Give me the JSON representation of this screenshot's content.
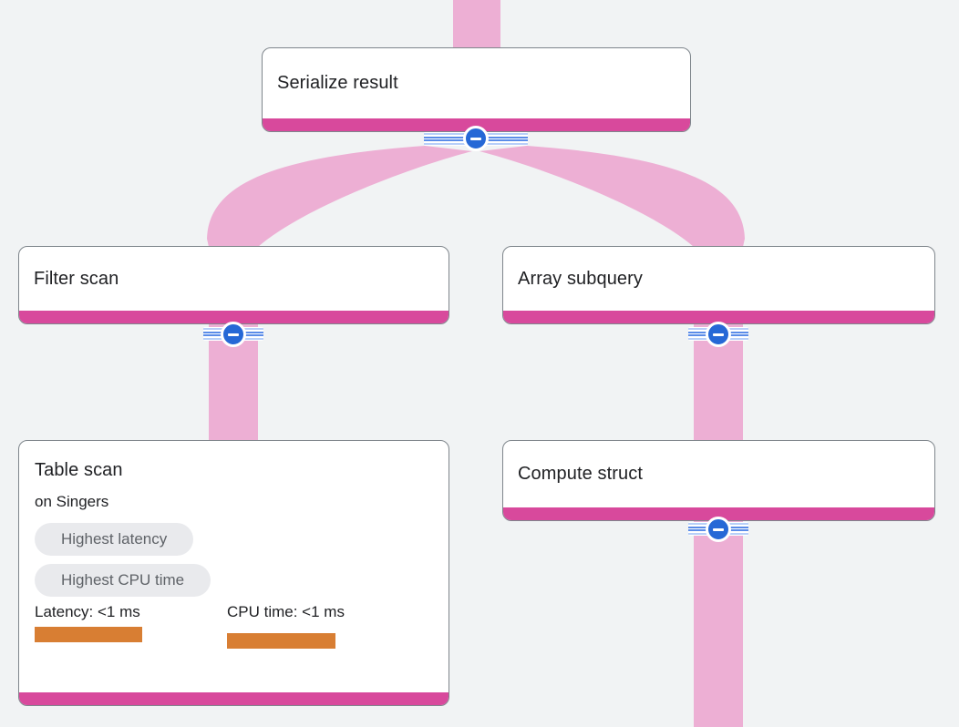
{
  "nodes": {
    "serialize_result": {
      "title": "Serialize result"
    },
    "filter_scan": {
      "title": "Filter scan"
    },
    "array_subquery": {
      "title": "Array subquery"
    },
    "table_scan": {
      "title": "Table scan",
      "subtitle": "on Singers",
      "badges": [
        {
          "label": "Highest latency"
        },
        {
          "label": "Highest CPU time"
        }
      ],
      "metrics": [
        {
          "label": "Latency: <1 ms"
        },
        {
          "label": "CPU time: <1 ms"
        }
      ]
    },
    "compute_struct": {
      "title": "Compute struct"
    }
  },
  "colors": {
    "background": "#f1f3f4",
    "flow_ribbon_pink": "#edafd4",
    "node_accent_bar": "#d8499c",
    "collapse_button_blue": "#2668d6",
    "stripe_light_blue": "#b7cff9",
    "stripe_blue": "#5b8ce8",
    "metric_bar_orange": "#d87e33",
    "badge_background": "#e9eaed",
    "badge_text": "#5f6368",
    "node_border": "#7f868c",
    "text": "#202124"
  }
}
